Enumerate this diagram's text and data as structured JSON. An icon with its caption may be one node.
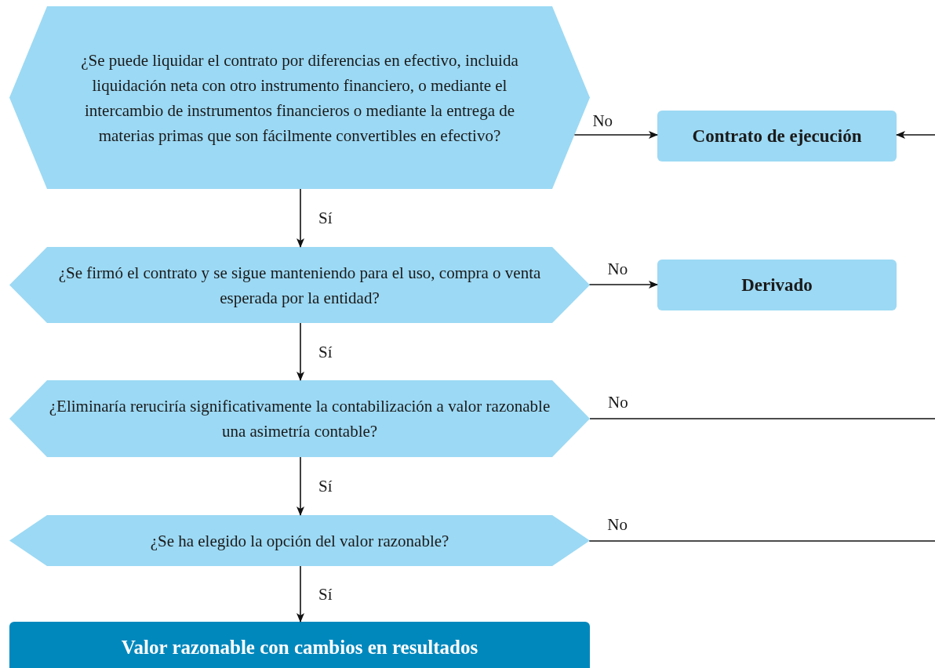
{
  "diagram": {
    "nodes": [
      {
        "text": [
          "¿Se puede liquidar el contrato por diferencias en efectivo, incluida liquidación neta con otro instrumento financiero, o mediante el intercambio de instrumentos financieros o mediante la entrega de materias primas que son fácilmente convertibles en efectivo?"
        ]
      },
      {
        "text": [
          "Contrato de ejecución"
        ]
      },
      {
        "text": [
          "¿Se firmó el contrato y se sigue manteniendo para el uso, compra o venta esperada por la entidad?"
        ]
      },
      {
        "text": [
          "Derivado"
        ]
      },
      {
        "text": [
          "¿Eliminaría reruciría significativamente la contabilización a valor razonable una asimetría contable?"
        ]
      },
      {
        "text": [
          "¿Se ha elegido la opción del valor razonable?"
        ]
      },
      {
        "text": [
          "Valor razonable con cambios en resultados"
        ]
      }
    ],
    "edges": [
      {
        "from": 0,
        "to": 1,
        "arrow": "to",
        "label": "No"
      },
      {
        "from": 0,
        "to": 2,
        "arrow": "to",
        "label": "Sí"
      },
      {
        "from": 2,
        "to": 3,
        "arrow": "to",
        "label": "No"
      },
      {
        "from": 2,
        "to": 4,
        "arrow": "to",
        "label": "Sí"
      },
      {
        "from": 4,
        "to": null,
        "arrow": "none",
        "label": "No"
      },
      {
        "from": 4,
        "to": 5,
        "arrow": "to",
        "label": "Sí"
      },
      {
        "from": 5,
        "to": null,
        "arrow": "none",
        "label": "No"
      },
      {
        "from": 5,
        "to": 6,
        "arrow": "to",
        "label": "Sí"
      },
      {
        "from": null,
        "to": 1,
        "arrow": "to"
      }
    ]
  }
}
